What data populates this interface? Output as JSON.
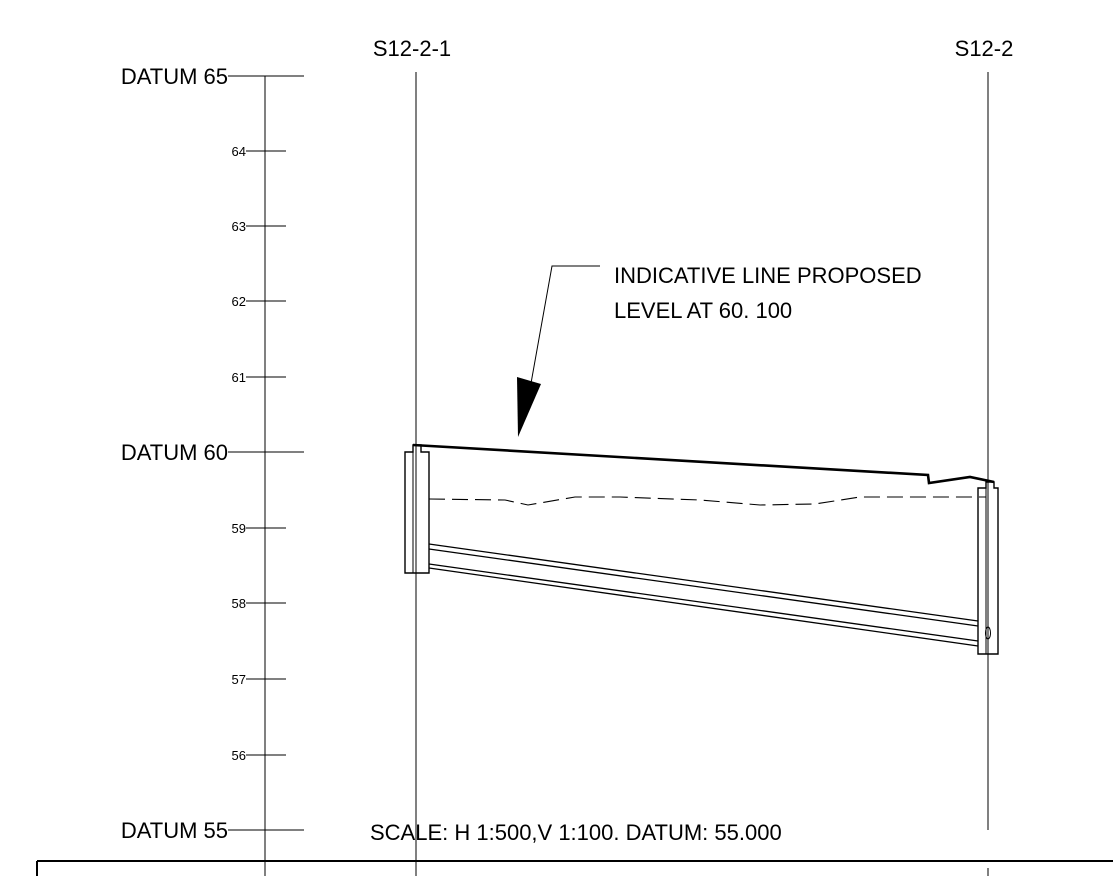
{
  "manholes": [
    {
      "id": "S12-2-1"
    },
    {
      "id": "S12-2"
    }
  ],
  "datum_labels": [
    {
      "text": "DATUM 65",
      "level": 65
    },
    {
      "text": "DATUM 60",
      "level": 60
    },
    {
      "text": "DATUM 55",
      "level": 55
    }
  ],
  "tick_labels": [
    {
      "text": "64",
      "level": 64
    },
    {
      "text": "63",
      "level": 63
    },
    {
      "text": "62",
      "level": 62
    },
    {
      "text": "61",
      "level": 61
    },
    {
      "text": "59",
      "level": 59
    },
    {
      "text": "58",
      "level": 58
    },
    {
      "text": "57",
      "level": 57
    },
    {
      "text": "56",
      "level": 56
    }
  ],
  "annotation": {
    "line1": "INDICATIVE LINE PROPOSED",
    "line2": "LEVEL AT 60. 100"
  },
  "scale_note": "SCALE: H 1:500,V 1:100. DATUM: 55.000",
  "levels": {
    "proposed_start": 60.1,
    "proposed_end": 59.6,
    "existing_ground_start": 59.35,
    "existing_ground_end": 59.35,
    "pipe_top_start": 58.8,
    "pipe_top_end": 57.8,
    "pipe_invert_start": 58.5,
    "pipe_invert_end": 57.5
  }
}
